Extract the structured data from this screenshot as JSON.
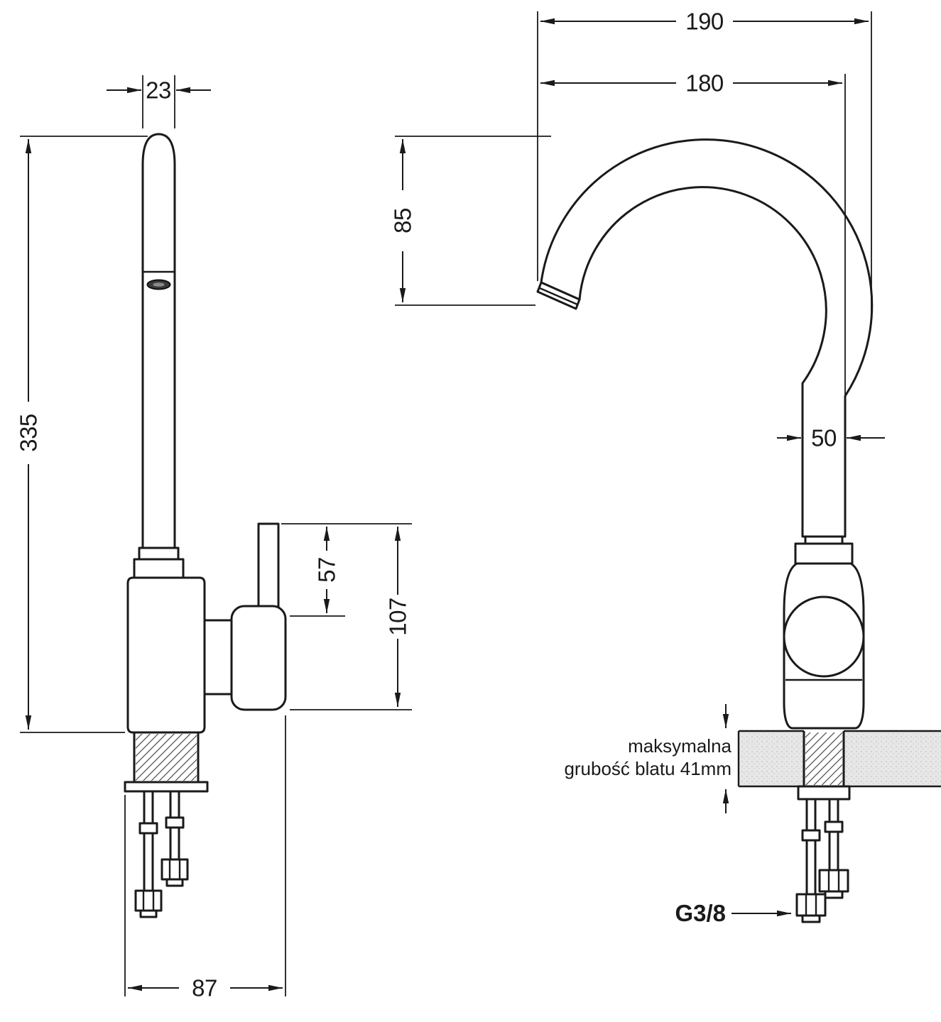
{
  "diagram": {
    "dimensions": {
      "spout_tube_diameter": "23",
      "total_height": "335",
      "lever_height": "57",
      "body_height": "107",
      "base_depth": "87",
      "overall_width": "190",
      "spout_width": "180",
      "spout_drop": "85",
      "column_width": "50"
    },
    "annotations": {
      "countertop_note_line1": "maksymalna",
      "countertop_note_line2": "grubość blatu 41mm",
      "thread_size": "G3/8"
    },
    "colors": {
      "line": "#1a1a1a",
      "background": "#ffffff",
      "countertop_fill": "#e7e7e7"
    }
  }
}
